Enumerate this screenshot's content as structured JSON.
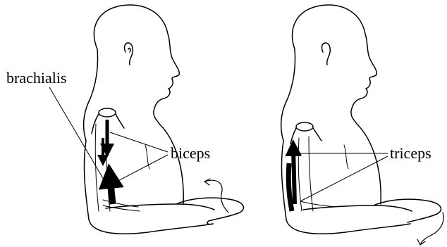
{
  "labels": {
    "brachialis": "brachialis",
    "biceps": "biceps",
    "triceps": "triceps"
  },
  "colors": {
    "ink": "#000000",
    "background": "#ffffff"
  }
}
